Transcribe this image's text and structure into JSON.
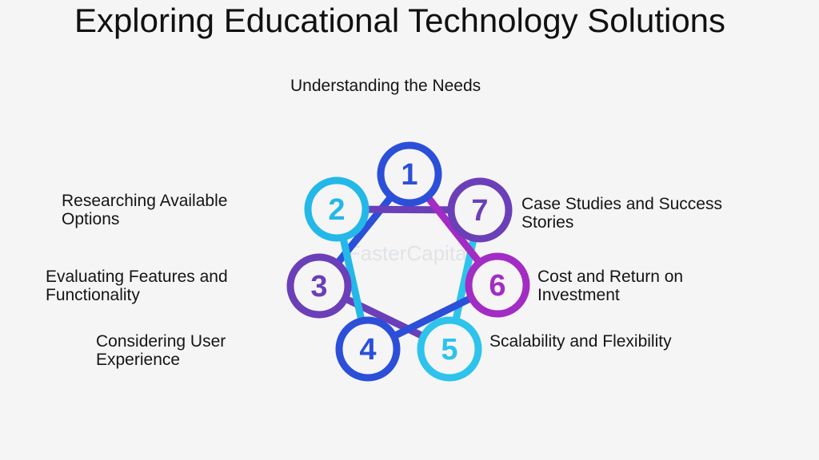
{
  "title": "Exploring Educational Technology Solutions",
  "watermark": "FasterCapital",
  "steps": [
    {
      "number": "1",
      "label": "Understanding the Needs",
      "color": "#2c4fd9"
    },
    {
      "number": "2",
      "label": "Researching Available Options",
      "color": "#23b8e8"
    },
    {
      "number": "3",
      "label": "Evaluating Features and Functionality",
      "color": "#6b3fb8"
    },
    {
      "number": "4",
      "label": "Considering User Experience",
      "color": "#2c4fd9"
    },
    {
      "number": "5",
      "label": "Scalability and Flexibility",
      "color": "#2dc3ec"
    },
    {
      "number": "6",
      "label": "Cost and Return on Investment",
      "color": "#a32cc4"
    },
    {
      "number": "7",
      "label": "Case Studies and Success Stories",
      "color": "#6b3fb8"
    }
  ]
}
